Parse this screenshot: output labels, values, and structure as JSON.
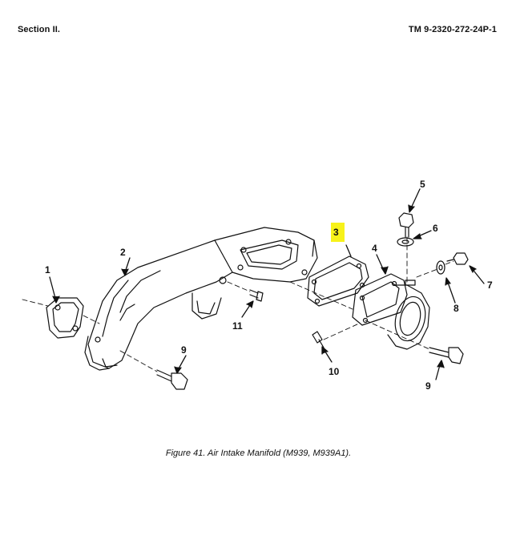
{
  "header": {
    "section": "Section II.",
    "manual_id": "TM 9-2320-272-24P-1"
  },
  "figure": {
    "caption": "Figure 41.  Air Intake Manifold (M939, M939A1).",
    "callouts": {
      "c1": "1",
      "c2": "2",
      "c3": "3",
      "c4": "4",
      "c5": "5",
      "c6": "6",
      "c7": "7",
      "c8": "8",
      "c9a": "9",
      "c9b": "9",
      "c10": "10",
      "c11": "11"
    },
    "highlight_color": "#f7f21a"
  }
}
